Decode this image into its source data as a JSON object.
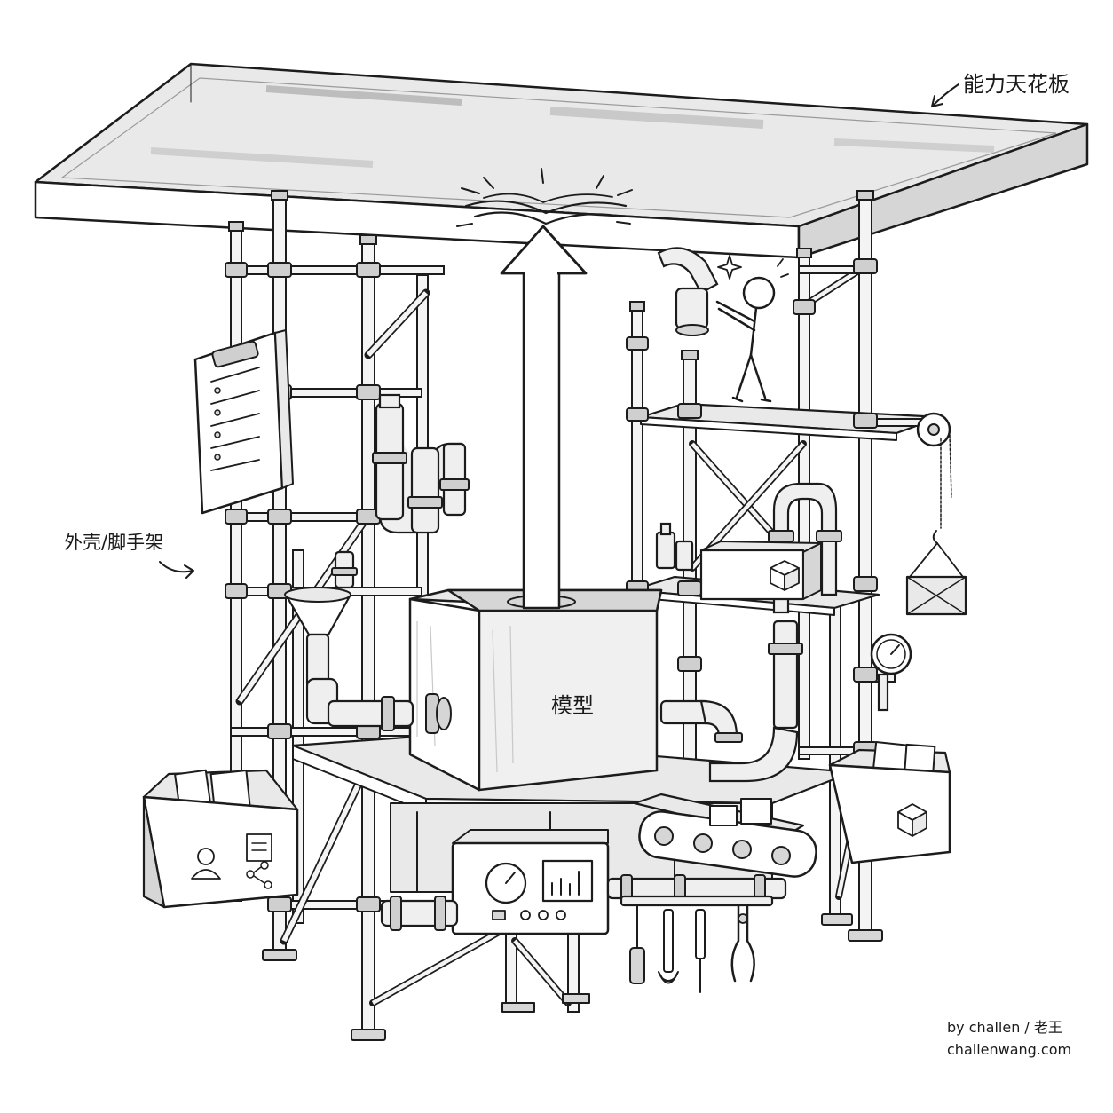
{
  "labels": {
    "ceiling": "能力天花板",
    "shell": "外壳/脚手架",
    "model": "模型"
  },
  "credit": {
    "author": "by challen / 老王",
    "site": "challenwang.com"
  },
  "icons": [
    "clipboard-icon",
    "person-icon",
    "document-icon",
    "network-icon",
    "cube-icon",
    "gauge-icon",
    "bar-chart-icon",
    "wrench-icon",
    "screwdriver-icon",
    "pliers-icon",
    "pulley-icon",
    "conveyor-icon",
    "funnel-icon",
    "stick-figure-icon",
    "arrow-up-icon",
    "sparkle-icon"
  ],
  "colors": {
    "ink": "#1c1c1c",
    "paper": "#ffffff",
    "shade": "#e9e9e9"
  }
}
